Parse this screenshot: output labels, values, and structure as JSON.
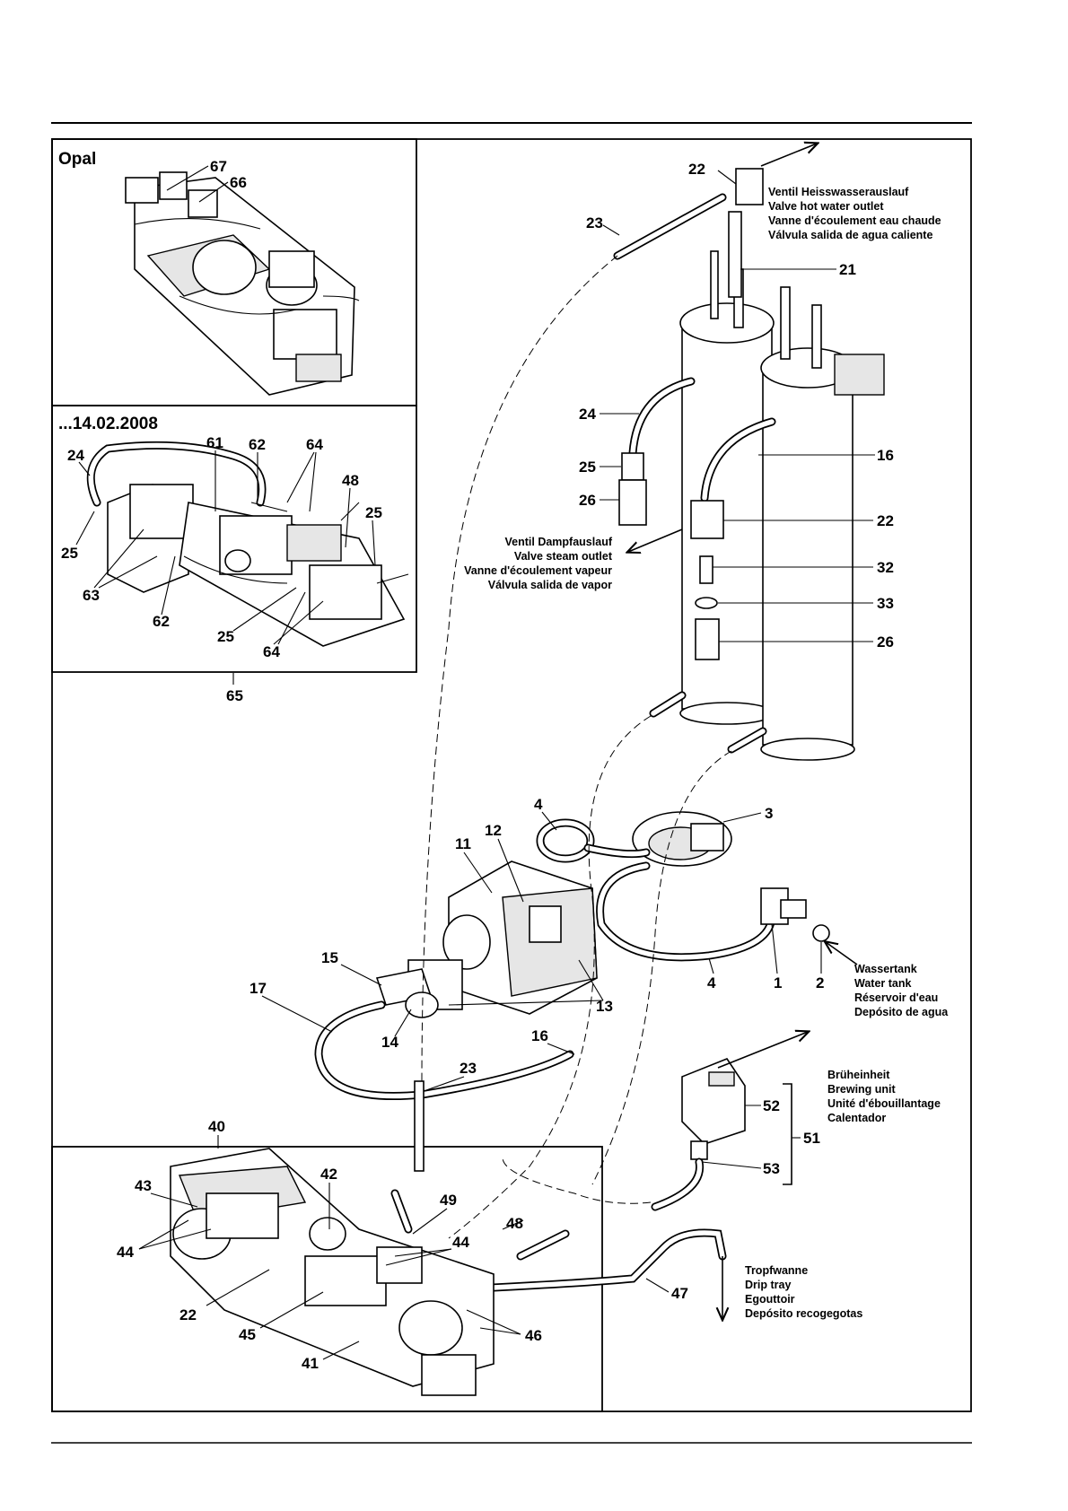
{
  "insets": {
    "opal": {
      "title": "Opal",
      "labels": [
        "67",
        "66"
      ]
    },
    "date": {
      "title": "...14.02.2008",
      "labels": [
        "24",
        "61",
        "62",
        "64",
        "48",
        "25",
        "25",
        "63",
        "62",
        "25",
        "64"
      ]
    },
    "group_label": "65"
  },
  "callouts": {
    "c22a": "22",
    "c23a": "23",
    "c21": "21",
    "c24": "24",
    "c25": "25",
    "c26a": "26",
    "c16a": "16",
    "c22b": "22",
    "c32": "32",
    "c33": "33",
    "c26b": "26",
    "c4a": "4",
    "c3": "3",
    "c12": "12",
    "c11": "11",
    "c15": "15",
    "c17": "17",
    "c14": "14",
    "c13": "13",
    "c4b": "4",
    "c1": "1",
    "c2": "2",
    "c16b": "16",
    "c23b": "23",
    "c40": "40",
    "c43": "43",
    "c42": "42",
    "c49": "49",
    "c48": "48",
    "c44a": "44",
    "c44b": "44",
    "c22c": "22",
    "c47": "47",
    "c45": "45",
    "c46": "46",
    "c41": "41",
    "c52": "52",
    "c51": "51",
    "c53": "53"
  },
  "notes": {
    "hot_water": [
      "Ventil Heisswasserauslauf",
      "Valve hot water outlet",
      "Vanne d'écoulement eau chaude",
      "Válvula salida de agua caliente"
    ],
    "steam": [
      "Ventil Dampfauslauf",
      "Valve steam outlet",
      "Vanne d'écoulement vapeur",
      "Válvula salida de vapor"
    ],
    "water_tank": [
      "Wassertank",
      "Water tank",
      "Réservoir d'eau",
      "Depósito de agua"
    ],
    "brewing": [
      "Brüheinheit",
      "Brewing unit",
      "Unité d'ébouillantage",
      "Calentador"
    ],
    "drip_tray": [
      "Tropfwanne",
      "Drip tray",
      "Egouttoir",
      "Depósito recogegotas"
    ]
  }
}
